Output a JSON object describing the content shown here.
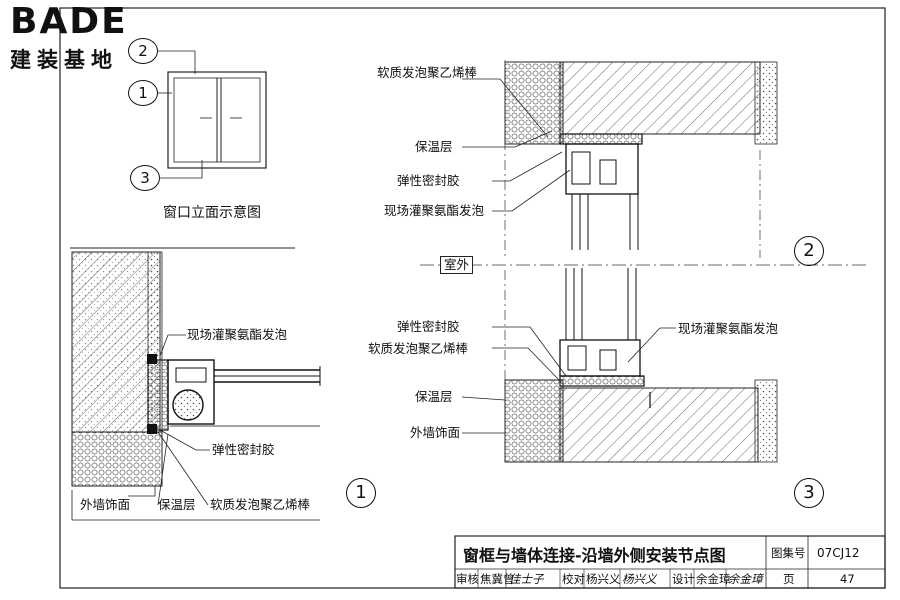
{
  "logo": {
    "main": "BADE",
    "sub": "建装基地"
  },
  "elevation": {
    "caption": "窗口立面示意图",
    "markers": [
      "2",
      "1",
      "3"
    ]
  },
  "detail1": {
    "labels": {
      "foam": "现场灌聚氨酯发泡",
      "sealant": "弹性密封胶",
      "finish": "外墙饰面",
      "insulation": "保温层",
      "rod": "软质发泡聚乙烯棒"
    },
    "number": "1"
  },
  "detail23": {
    "labels": {
      "rod_top": "软质发泡聚乙烯棒",
      "insulation_top": "保温层",
      "sealant_top": "弹性密封胶",
      "foam_top": "现场灌聚氨酯发泡",
      "exterior": "室外",
      "sealant_bot": "弹性密封胶",
      "rod_bot": "软质发泡聚乙烯棒",
      "foam_bot": "现场灌聚氨酯发泡",
      "insulation_bot": "保温层",
      "finish_bot": "外墙饰面"
    },
    "number_top": "2",
    "number_bot": "3"
  },
  "title_block": {
    "title": "窗框与墙体连接-沿墙外侧安装节点图",
    "atlas_label": "图集号",
    "atlas_no": "07CJ12",
    "review_label": "审核",
    "review_name": "焦冀曾",
    "review_sig": "佳士子",
    "check_label": "校对",
    "check_name": "杨兴义",
    "check_sig": "杨兴义",
    "design_label": "设计",
    "design_name": "余金璋",
    "design_sig": "余金璋",
    "page_label": "页",
    "page_no": "47"
  }
}
